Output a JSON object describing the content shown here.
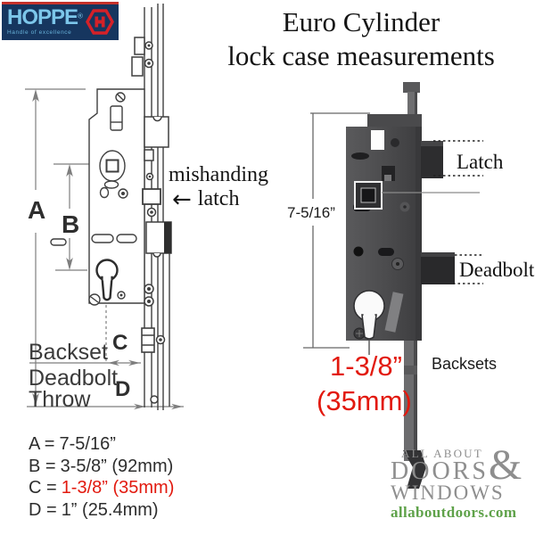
{
  "branding": {
    "hoppe": {
      "name": "HOPPE",
      "registered": "®",
      "tagline": "Handle of excellence"
    },
    "aad": {
      "line1": "ALL ABOUT",
      "amp": "&",
      "line2": "DOORS",
      "line3": "WINDOWS",
      "domain": "allaboutdoors.com"
    }
  },
  "title": {
    "line1": "Euro Cylinder",
    "line2": "lock case measurements"
  },
  "left_diagram": {
    "dim_a_label": "A",
    "dim_b_label": "B",
    "dim_c_label": "C",
    "dim_d_label": "D",
    "mishandling_line1": "mishanding",
    "mishandling_line2": "latch",
    "arrow_left_icon": "←",
    "backset_label": "Backset",
    "deadbolt_throw_line1": "Deadbolt",
    "deadbolt_throw_line2": "Throw"
  },
  "right_photo": {
    "height_dim": "7-5/16”",
    "latch_label": "Latch",
    "deadbolt_label": "Deadbolt",
    "backset_value_in": "1-3/8”",
    "backset_value_mm": "(35mm)",
    "backsets_label": "Backsets"
  },
  "legend": {
    "a": {
      "prefix": "A =",
      "value": "7-5/16”"
    },
    "b": {
      "prefix": "B =",
      "value": "3-5/8” (92mm)"
    },
    "c": {
      "prefix": "C =",
      "value": "1-3/8” (35mm)"
    },
    "d": {
      "prefix": "D =",
      "value": "1” (25.4mm)"
    }
  },
  "colors": {
    "accent_red": "#e2190e",
    "hoppe_navy": "#16365f",
    "hoppe_light_blue": "#7cc6ea",
    "hoppe_red": "#d42128",
    "logo_gray": "#8e8e8e",
    "logo_green": "#5fa24a"
  }
}
